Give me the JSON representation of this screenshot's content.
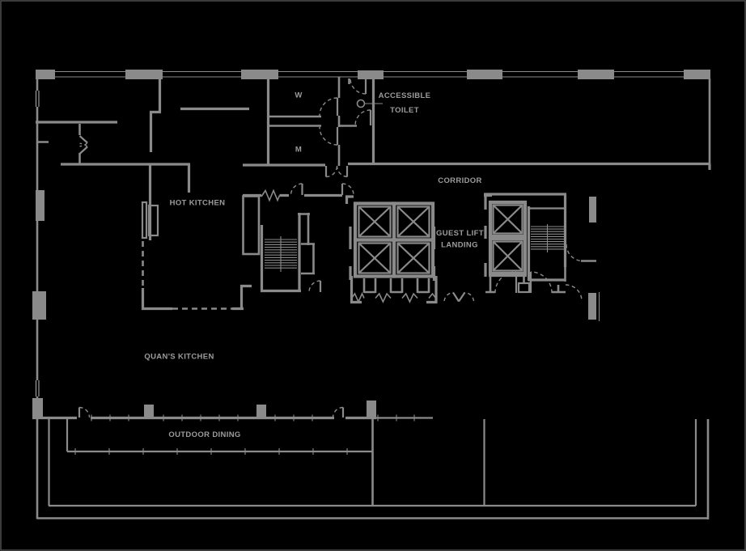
{
  "drawing": {
    "kind": "architectural floor plan",
    "labels": {
      "womens_toilet": "W",
      "mens_toilet": "M",
      "accessible_toilet_line1": "ACCESSIBLE",
      "accessible_toilet_line2": "TOILET",
      "corridor": "CORRIDOR",
      "guest_lift_landing_line1": "GUEST LIFT",
      "guest_lift_landing_line2": "LANDING",
      "hot_kitchen": "HOT KITCHEN",
      "quans_kitchen": "QUAN'S KITCHEN",
      "outdoor_dining": "OUTDOOR DINING"
    },
    "colors": {
      "background": "#000000",
      "wall": "#8a8a8a",
      "wall-light": "#a8a8a8",
      "label-text": "#9c9c9c",
      "frame": "#4f4f4f"
    }
  }
}
